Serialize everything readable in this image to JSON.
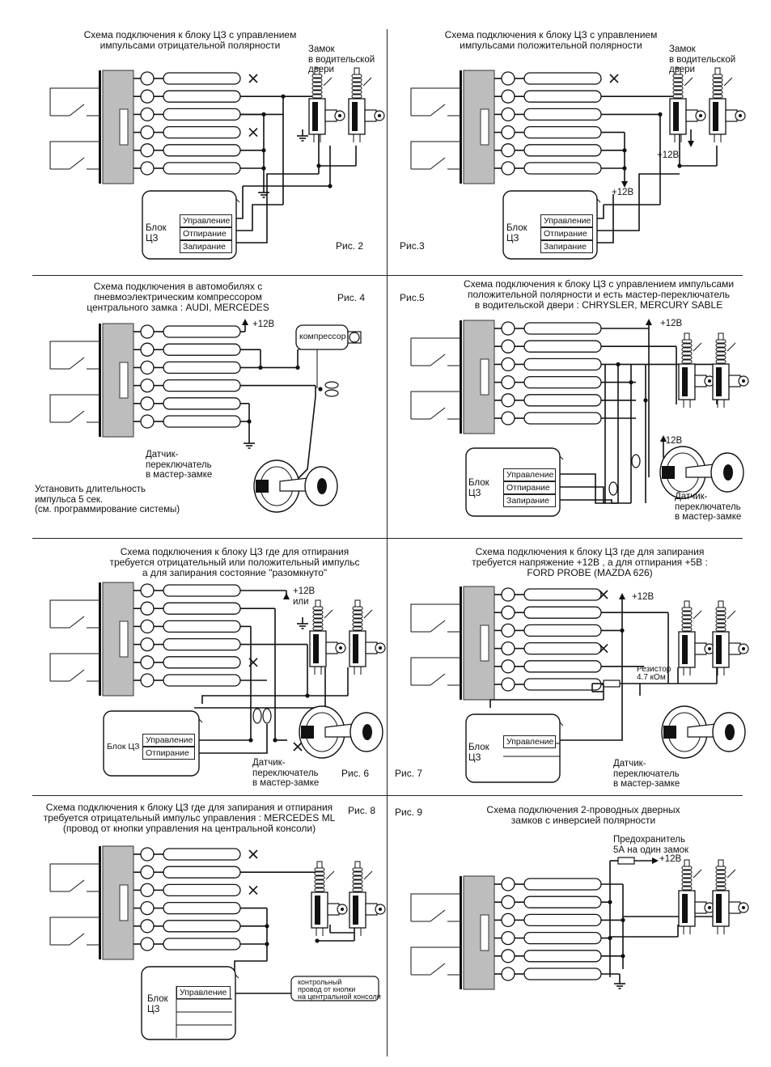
{
  "panels": [
    {
      "id": "fig2",
      "title": "Схема подключения к блоку ЦЗ с управлением\nимпульсами отрицательной полярности",
      "lock_label": "Замок\nв водительской\nдвери",
      "unit_label": "Блок\nЦЗ",
      "terminals": [
        "Управление",
        "Отпирание",
        "Запирание"
      ],
      "figure": "Рис. 2"
    },
    {
      "id": "fig3",
      "title": "Схема подключения к блоку ЦЗ с управлением\nимпульсами положительной полярности",
      "lock_label": "Замок\nв водительской\nдвери",
      "plus_a": "+12В",
      "plus_b": "+12В",
      "unit_label": "Блок\nЦЗ",
      "terminals": [
        "Управление",
        "Отпирание",
        "Запирание"
      ],
      "figure": "Рис.3"
    },
    {
      "id": "fig4",
      "title": "Схема подключения в автомобилях с\nпневмоэлектрическим компрессором\nцентрального замка : AUDI, MERCEDES",
      "figure": "Рис. 4",
      "plus": "+12В",
      "compressor": "компрессор",
      "sensor": "Датчик-\nпереключатель\nв мастер-замке",
      "note": "Установить длительность\nимпульса 5 сек.\n(см. программирование системы)"
    },
    {
      "id": "fig5",
      "figure": "Рис.5",
      "title": "Схема подключения к блоку ЦЗ с управлением импульсами\nположительной полярности и есть мастер-переключатель\nв водительской двери : CHRYSLER, MERCURY SABLE",
      "plus_a": "+12В",
      "plus_b": "+12В",
      "unit_label": "Блок\nЦЗ",
      "terminals": [
        "Управление",
        "Отпирание",
        "Запирание"
      ],
      "sensor": "Датчик-\nпереключатель\nв мастер-замке"
    },
    {
      "id": "fig6",
      "title": "Схема подключения к блоку ЦЗ где для отпирания\nтребуется отрицательный или положительный импульс\nа для запирания     состояние \"разомкнуто\"",
      "plus": "+12В\nили",
      "unit_label": "Блок ЦЗ",
      "terminals": [
        "Управление",
        "Отпирание"
      ],
      "sensor": "Датчик-\nпереключатель\nв мастер-замке",
      "figure": "Рис. 6"
    },
    {
      "id": "fig7",
      "title": "Схема подключения к блоку ЦЗ где для запирания\nтребуется напряжение +12В , а для отпирания +5В :\nFORD PROBE (MAZDA 626)",
      "plus": "+12В",
      "resistor": "Резистор\n4.7 кОм",
      "unit_label": "Блок\nЦЗ",
      "terminals": [
        "Управление"
      ],
      "sensor": "Датчик-\nпереключатель\nв мастер-замке",
      "figure": "Рис. 7"
    },
    {
      "id": "fig8",
      "title": "Схема подключения к блоку ЦЗ где для запирания и отпирания\nтребуется отрицательный импульс управления : MERCEDES ML\n(провод от кнопки управления на центральной консоли)",
      "figure": "Рис. 8",
      "unit_label": "Блок\nЦЗ",
      "terminals": [
        "Управление"
      ],
      "console": "контрольный\nпровод от кнопки\nна центральной консоли"
    },
    {
      "id": "fig9",
      "figure": "Рис. 9",
      "title": "Схема подключения 2-проводных дверных\nзамков с инверсией полярности",
      "fuse": "Предохранитель\n5А на один замок",
      "plus": "+12В"
    }
  ]
}
